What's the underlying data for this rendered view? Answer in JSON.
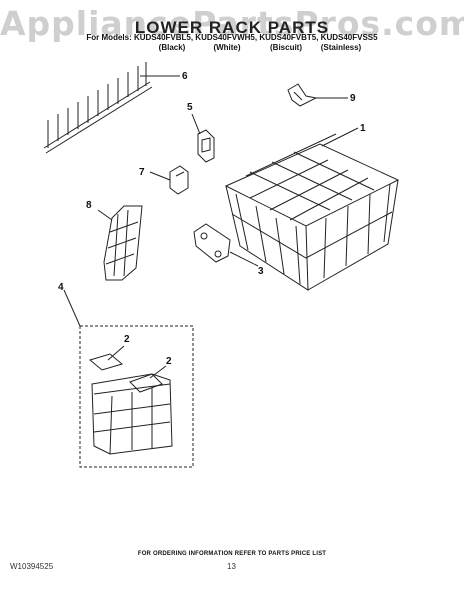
{
  "watermark": "AppliancePartsPros.com",
  "header": {
    "title": "LOWER RACK PARTS",
    "models_line": "For Models: KUDS40FVBL5, KUDS40FVWH5, KUDS40FVBT5, KUDS40FVSS5",
    "colors": [
      "(Black)",
      "(White)",
      "(Biscuit)",
      "(Stainless)"
    ]
  },
  "callouts": [
    "6",
    "5",
    "9",
    "1",
    "7",
    "8",
    "3",
    "4",
    "2",
    "2"
  ],
  "footer": {
    "ordering_note": "FOR ORDERING INFORMATION REFER TO PARTS PRICE LIST",
    "doc_number": "W10394525",
    "page_number": "13"
  }
}
